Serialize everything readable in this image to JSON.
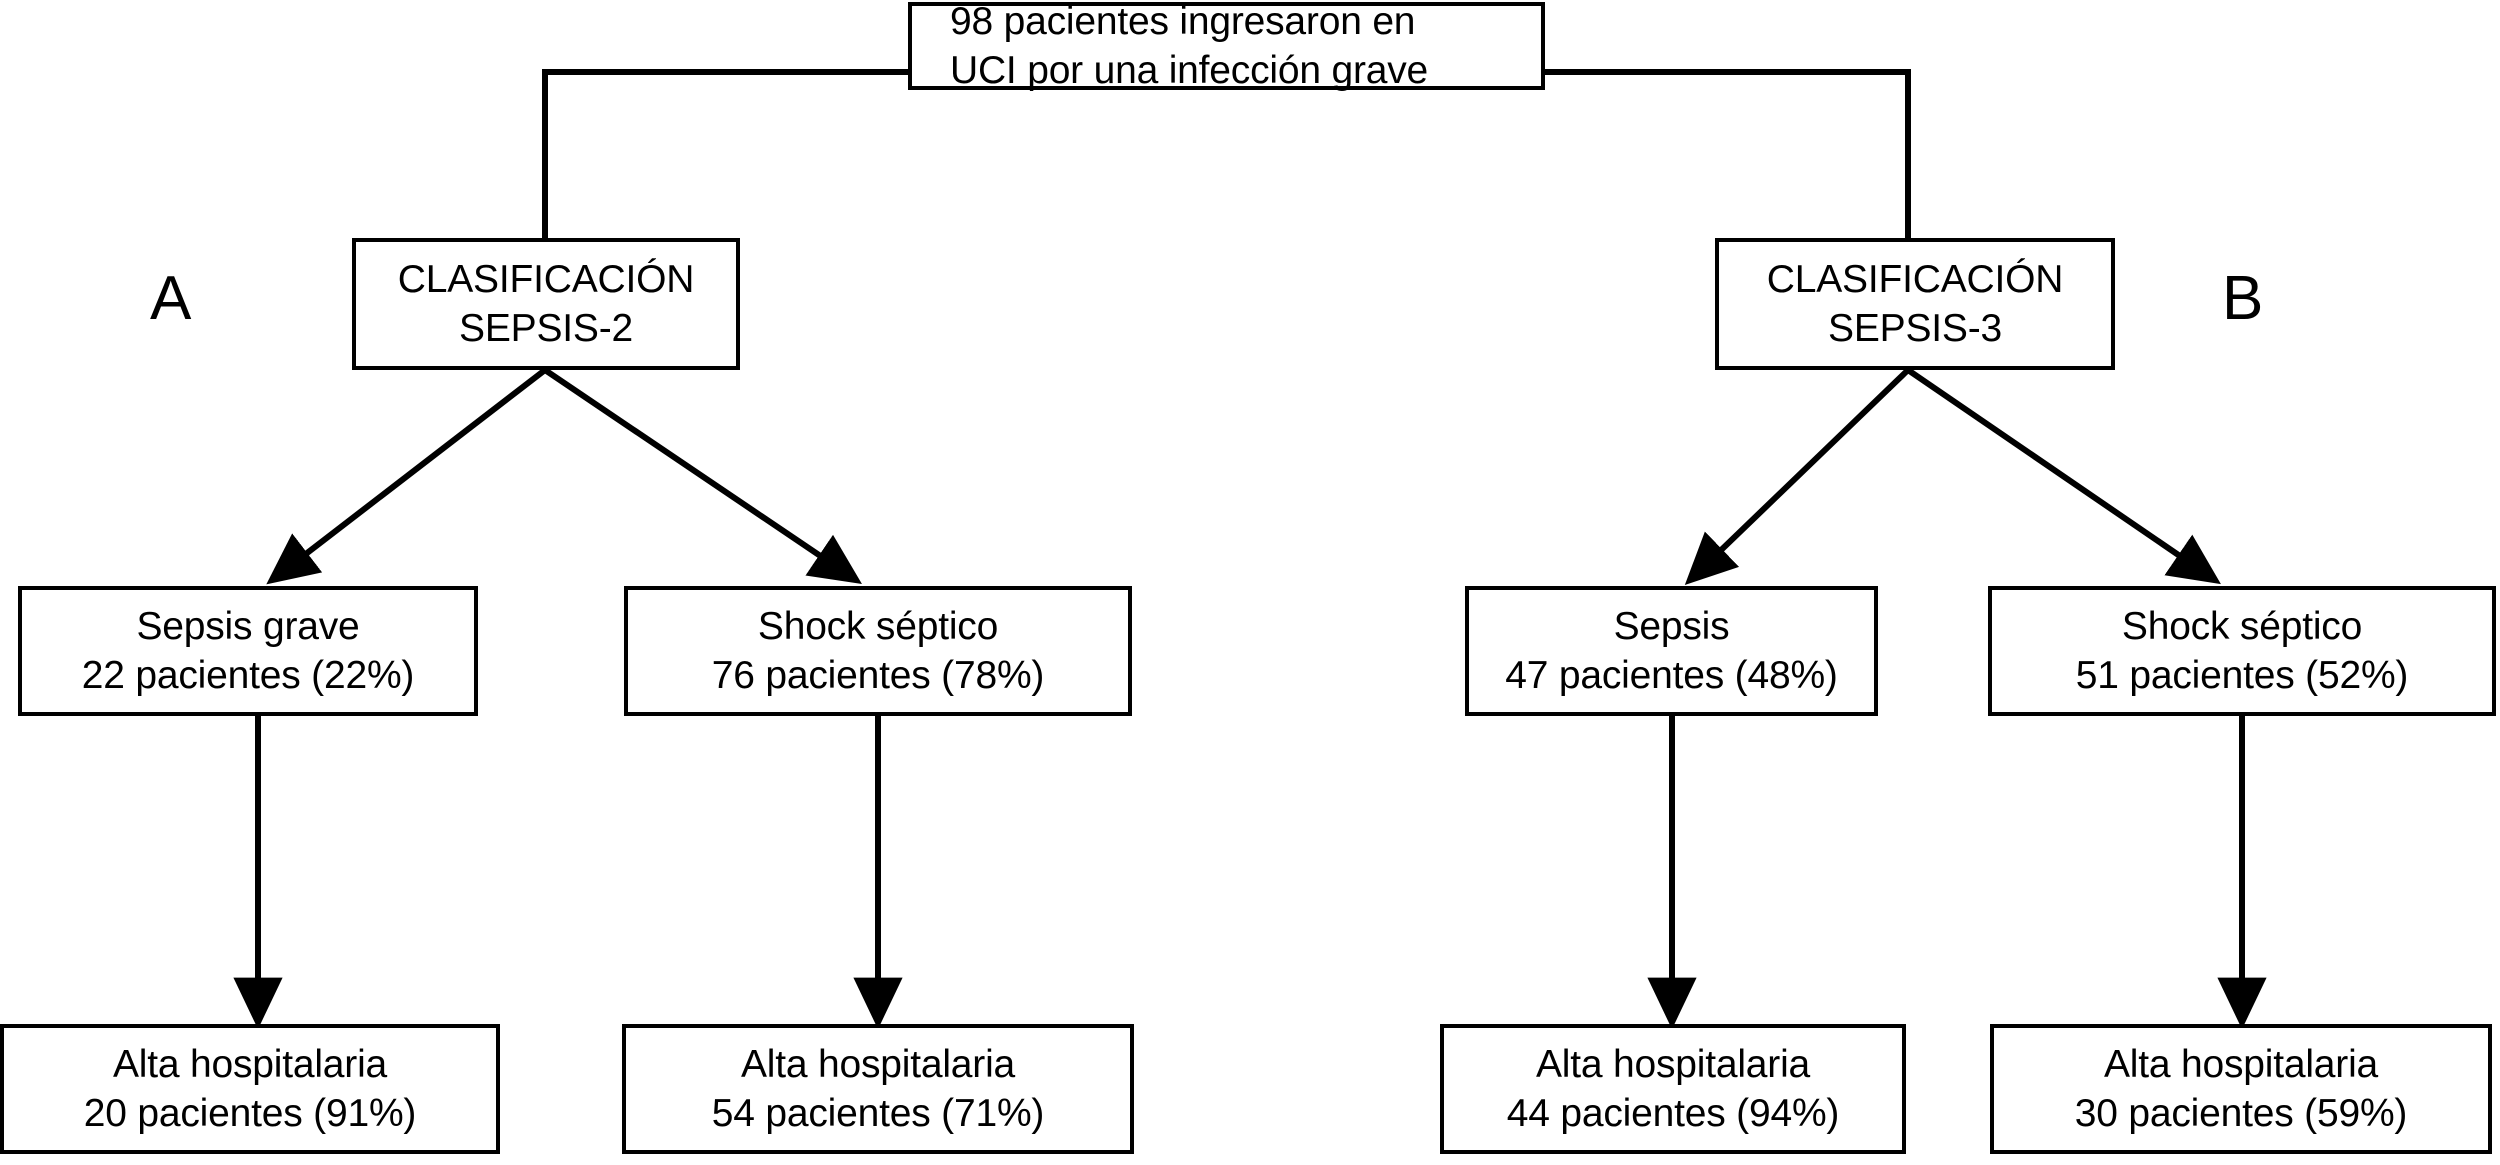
{
  "figure": {
    "type": "flowchart",
    "language": "es",
    "background_color": "#ffffff",
    "line_color": "#000000",
    "text_color": "#000000"
  },
  "root": {
    "line1": "98 pacientes ingresaron en",
    "line2": "UCI por una infección grave"
  },
  "panels": [
    {
      "label": "A",
      "classification": {
        "line1": "CLASIFICACIÓN",
        "line2": "SEPSIS-2"
      },
      "groups": [
        {
          "name": "Sepsis grave",
          "count_line": "22 pacientes (22%)",
          "count": 22,
          "percent": 22,
          "outcome": {
            "name": "Alta hospitalaria",
            "count_line": "20 pacientes (91%)",
            "count": 20,
            "percent": 91
          }
        },
        {
          "name": "Shock séptico",
          "count_line": "76 pacientes (78%)",
          "count": 76,
          "percent": 78,
          "outcome": {
            "name": "Alta hospitalaria",
            "count_line": "54 pacientes (71%)",
            "count": 54,
            "percent": 71
          }
        }
      ]
    },
    {
      "label": "B",
      "classification": {
        "line1": "CLASIFICACIÓN",
        "line2": "SEPSIS-3"
      },
      "groups": [
        {
          "name": "Sepsis",
          "count_line": "47 pacientes (48%)",
          "count": 47,
          "percent": 48,
          "outcome": {
            "name": "Alta hospitalaria",
            "count_line": "44 pacientes (94%)",
            "count": 44,
            "percent": 94
          }
        },
        {
          "name": "Shock séptico",
          "count_line": "51 pacientes (52%)",
          "count": 51,
          "percent": 52,
          "outcome": {
            "name": "Alta hospitalaria",
            "count_line": "30 pacientes (59%)",
            "count": 30,
            "percent": 59
          }
        }
      ]
    }
  ]
}
